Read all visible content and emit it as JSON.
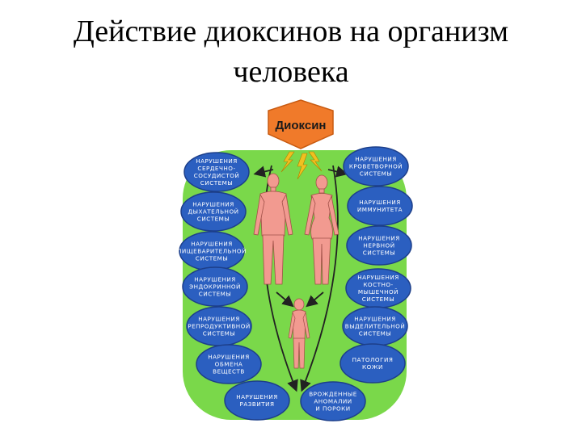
{
  "title": {
    "line1": "Действие диоксинов на организм",
    "line2": "человека"
  },
  "center": {
    "label": "Диоксин"
  },
  "left_effects": [
    {
      "lines": [
        "НАРУШЕНИЯ",
        "СЕРДЕЧНО-",
        "СОСУДИСТОЙ",
        "СИСТЕМЫ"
      ]
    },
    {
      "lines": [
        "НАРУШЕНИЯ",
        "ДЫХАТЕЛЬНОЙ",
        "СИСТЕМЫ"
      ]
    },
    {
      "lines": [
        "НАРУШЕНИЯ",
        "ПИЩЕВАРИТЕЛЬНОЙ",
        "СИСТЕМЫ"
      ]
    },
    {
      "lines": [
        "НАРУШЕНИЯ",
        "ЭНДОКРИННОЙ",
        "СИСТЕМЫ"
      ]
    },
    {
      "lines": [
        "НАРУШЕНИЯ",
        "РЕПРОДУКТИВНОЙ",
        "СИСТЕМЫ"
      ]
    },
    {
      "lines": [
        "НАРУШЕНИЯ",
        "ОБМЕНА",
        "ВЕЩЕСТВ"
      ]
    },
    {
      "lines": [
        "НАРУШЕНИЯ",
        "РАЗВИТИЯ"
      ]
    }
  ],
  "right_effects": [
    {
      "lines": [
        "НАРУШЕНИЯ",
        "КРОВЕТВОРНОЙ",
        "СИСТЕМЫ"
      ]
    },
    {
      "lines": [
        "НАРУШЕНИЯ",
        "ИММУНИТЕТА"
      ]
    },
    {
      "lines": [
        "НАРУШЕНИЯ",
        "НЕРВНОЙ",
        "СИСТЕМЫ"
      ]
    },
    {
      "lines": [
        "НАРУШЕНИЯ",
        "КОСТНО-",
        "МЫШЕЧНОЙ",
        "СИСТЕМЫ"
      ]
    },
    {
      "lines": [
        "НАРУШЕНИЯ",
        "ВЫДЕЛИТЕЛЬНОЙ",
        "СИСТЕМЫ"
      ]
    },
    {
      "lines": [
        "ПАТОЛОГИЯ",
        "КОЖИ"
      ]
    },
    {
      "lines": [
        "ВРОЖДЕННЫЕ",
        "АНОМАЛИИ",
        "И ПОРОКИ"
      ]
    }
  ],
  "colors": {
    "oval_fill": "#2b5fc0",
    "oval_stroke": "#1d3f8a",
    "halo": "#7ad84a",
    "badge": "#f07a2a",
    "skin": "#f29a90",
    "lightning": "#f0c020",
    "arrow": "#222222"
  },
  "icons": {
    "badge": "pentagon-badge",
    "bolt": "lightning-bolt-icon",
    "figures": [
      "male-figure",
      "female-figure",
      "child-figure"
    ]
  }
}
